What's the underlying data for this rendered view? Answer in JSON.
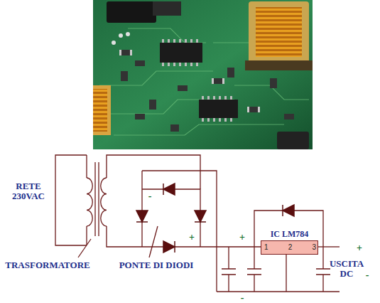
{
  "diagram": {
    "nodes": [
      {
        "text": [
          "IC LM784",
          "1",
          "2",
          "3"
        ]
      }
    ],
    "labels": [
      "RETE 230VAC",
      "TRASFORMATORE",
      "PONTE DI DIODI",
      "-",
      "+",
      "+",
      "-",
      "+",
      "USCITA DC",
      "-"
    ]
  }
}
